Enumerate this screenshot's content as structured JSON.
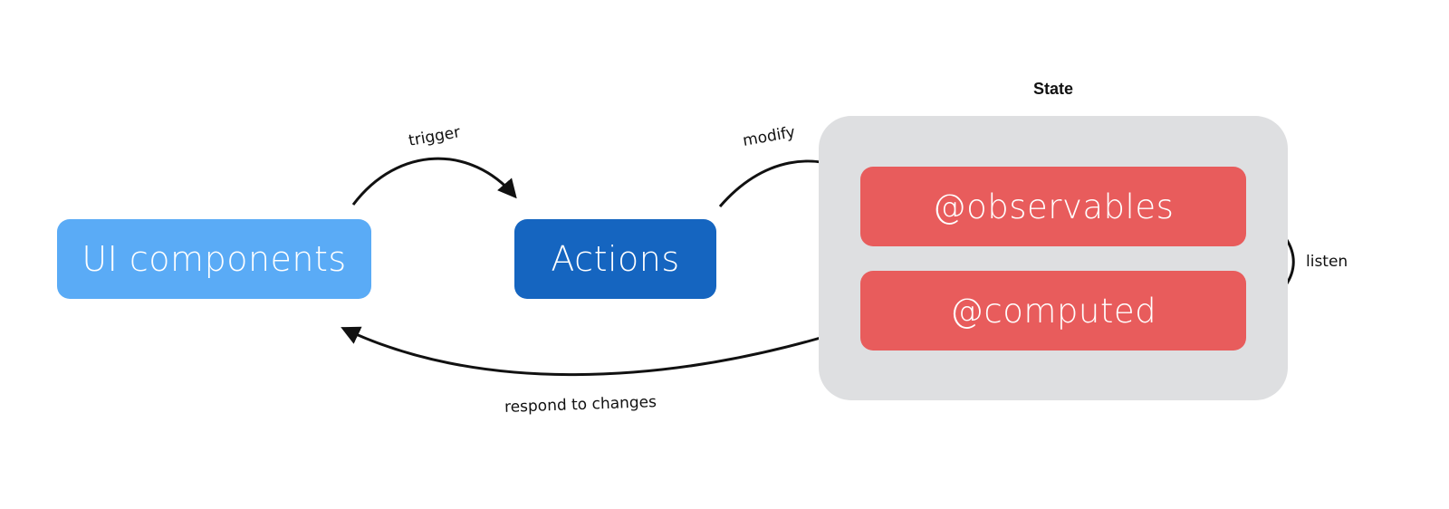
{
  "colors": {
    "ui_components": "#5aabf6",
    "actions": "#1565c0",
    "state_bg": "#dedfe1",
    "state_item": "#e85c5c",
    "arrow": "#111111"
  },
  "nodes": {
    "ui_components": "UI components",
    "actions": "Actions",
    "state_title": "State",
    "observables": "@observables",
    "computed": "@computed"
  },
  "edges": {
    "trigger": "trigger",
    "modify": "modify",
    "listen": "listen",
    "respond": "respond to changes"
  }
}
